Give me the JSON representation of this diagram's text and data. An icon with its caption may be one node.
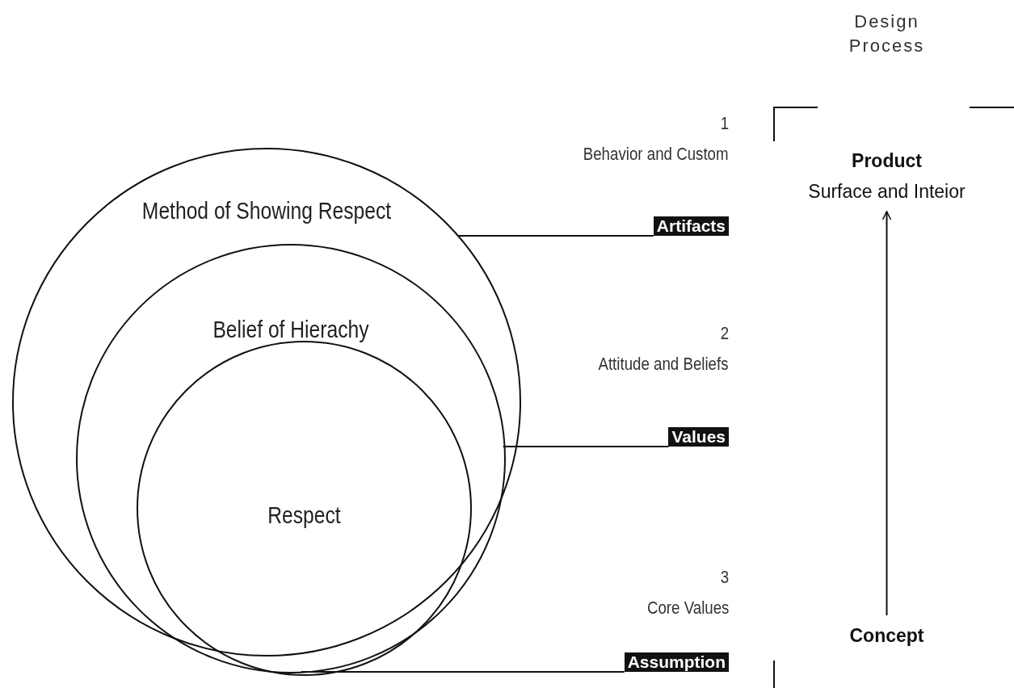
{
  "diagram": {
    "nodes": [
      {
        "text": [
          "Method of Showing Respect"
        ]
      },
      {
        "text": [
          "Belief of Hierachy"
        ],
        "in": 0
      },
      {
        "text": [
          "Respect"
        ],
        "in": 1
      },
      {
        "text": [
          "Artifacts"
        ],
        "beside": [
          "1",
          "Behavior and Custom"
        ]
      },
      {
        "text": [
          "Values"
        ],
        "beside": [
          "2",
          "Attitude and Beliefs"
        ]
      },
      {
        "text": [
          "Assumption"
        ],
        "beside": [
          "3",
          "Core Values"
        ]
      },
      {
        "text": [
          "Product",
          "Surface and Inteior"
        ]
      },
      {
        "text": [
          "Concept"
        ]
      }
    ],
    "edges": [
      {
        "from": 0,
        "to": 3,
        "arrow": "none"
      },
      {
        "from": 1,
        "to": 4,
        "arrow": "none"
      },
      {
        "from": 2,
        "to": 5,
        "arrow": "none"
      },
      {
        "from": 7,
        "to": 6,
        "arrow": "to"
      }
    ],
    "labels": [
      "Design Process"
    ]
  }
}
